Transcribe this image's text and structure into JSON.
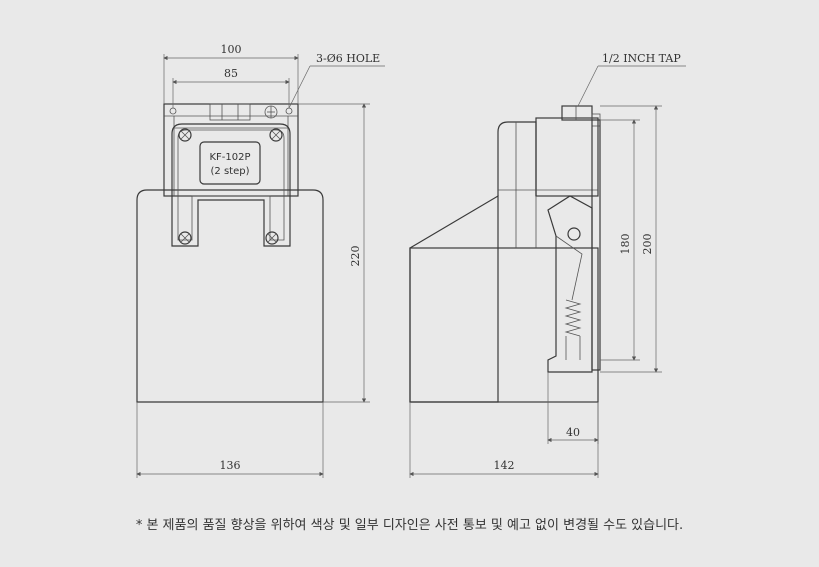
{
  "front_view": {
    "width_top_outer": "100",
    "width_top_inner": "85",
    "height_total": "220",
    "width_bottom": "136",
    "hole_callout": "3-Ø6 HOLE",
    "model_label": "KF-102P",
    "model_sub": "(2 step)"
  },
  "side_view": {
    "tap_callout": "1/2 INCH TAP",
    "height_inner": "180",
    "height_outer": "200",
    "pedal_offset": "40",
    "depth_total": "142"
  },
  "footnote": "* 본 제품의 품질 향상을 위하여 색상 및 일부 디자인은 사전 통보 및 예고 없이 변경될 수도 있습니다."
}
